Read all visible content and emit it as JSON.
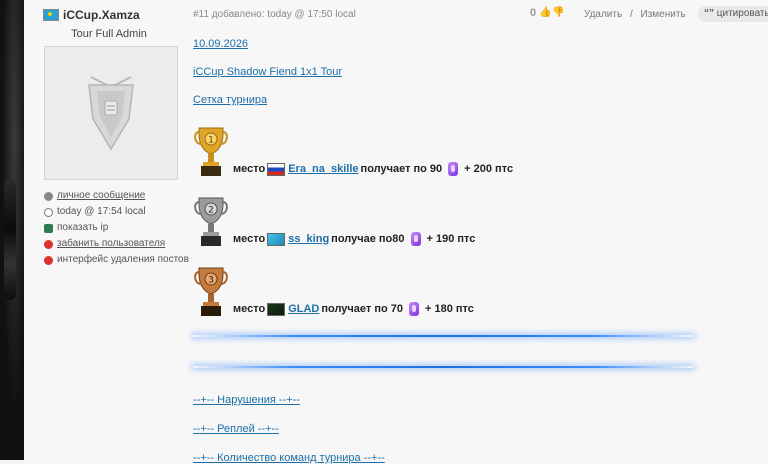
{
  "user": {
    "name": "iCCup.Xamza",
    "role": "Tour Full Admin",
    "links": [
      {
        "label": "личное сообщение",
        "icon": "message-icon",
        "link": true
      },
      {
        "label": "today @ 17:54 local",
        "icon": "clock-icon",
        "link": false
      },
      {
        "label": "показать ip",
        "icon": "ip-icon",
        "link": false
      },
      {
        "label": "забанить пользователя",
        "icon": "ban-icon",
        "link": true
      },
      {
        "label": "интерфейс удаления постов",
        "icon": "delete-icon",
        "link": false
      }
    ]
  },
  "post": {
    "meta": "#11 добавлено: today @ 17:50 local",
    "votes": "0",
    "delete_label": "Удалить",
    "separator": "/",
    "edit_label": "Изменить",
    "quote_label": "цитировать"
  },
  "content": {
    "date": "10.09.2026",
    "tour_name": "iCCup Shadow Fiend 1x1 Tour",
    "bracket": "Сетка турнира",
    "places": [
      {
        "rank": "1",
        "word": "место",
        "player": "Era_na_skille",
        "text": "получает по 90",
        "points": "+ 200 птс",
        "color": "#d79a1a"
      },
      {
        "rank": "2",
        "word": "место",
        "player": "ss_king",
        "text": "получае по80",
        "points": "+ 190 птс",
        "color": "#8d8d8d"
      },
      {
        "rank": "3",
        "word": "место",
        "player": "GLAD",
        "text": "получает по 70",
        "points": "+ 180 птс",
        "color": "#b36a2e"
      }
    ],
    "violations": "--+-- Нарушения --+--",
    "replays": "--+-- Реплей --+--",
    "teams": "--+-- Количество команд турнира --+--"
  }
}
